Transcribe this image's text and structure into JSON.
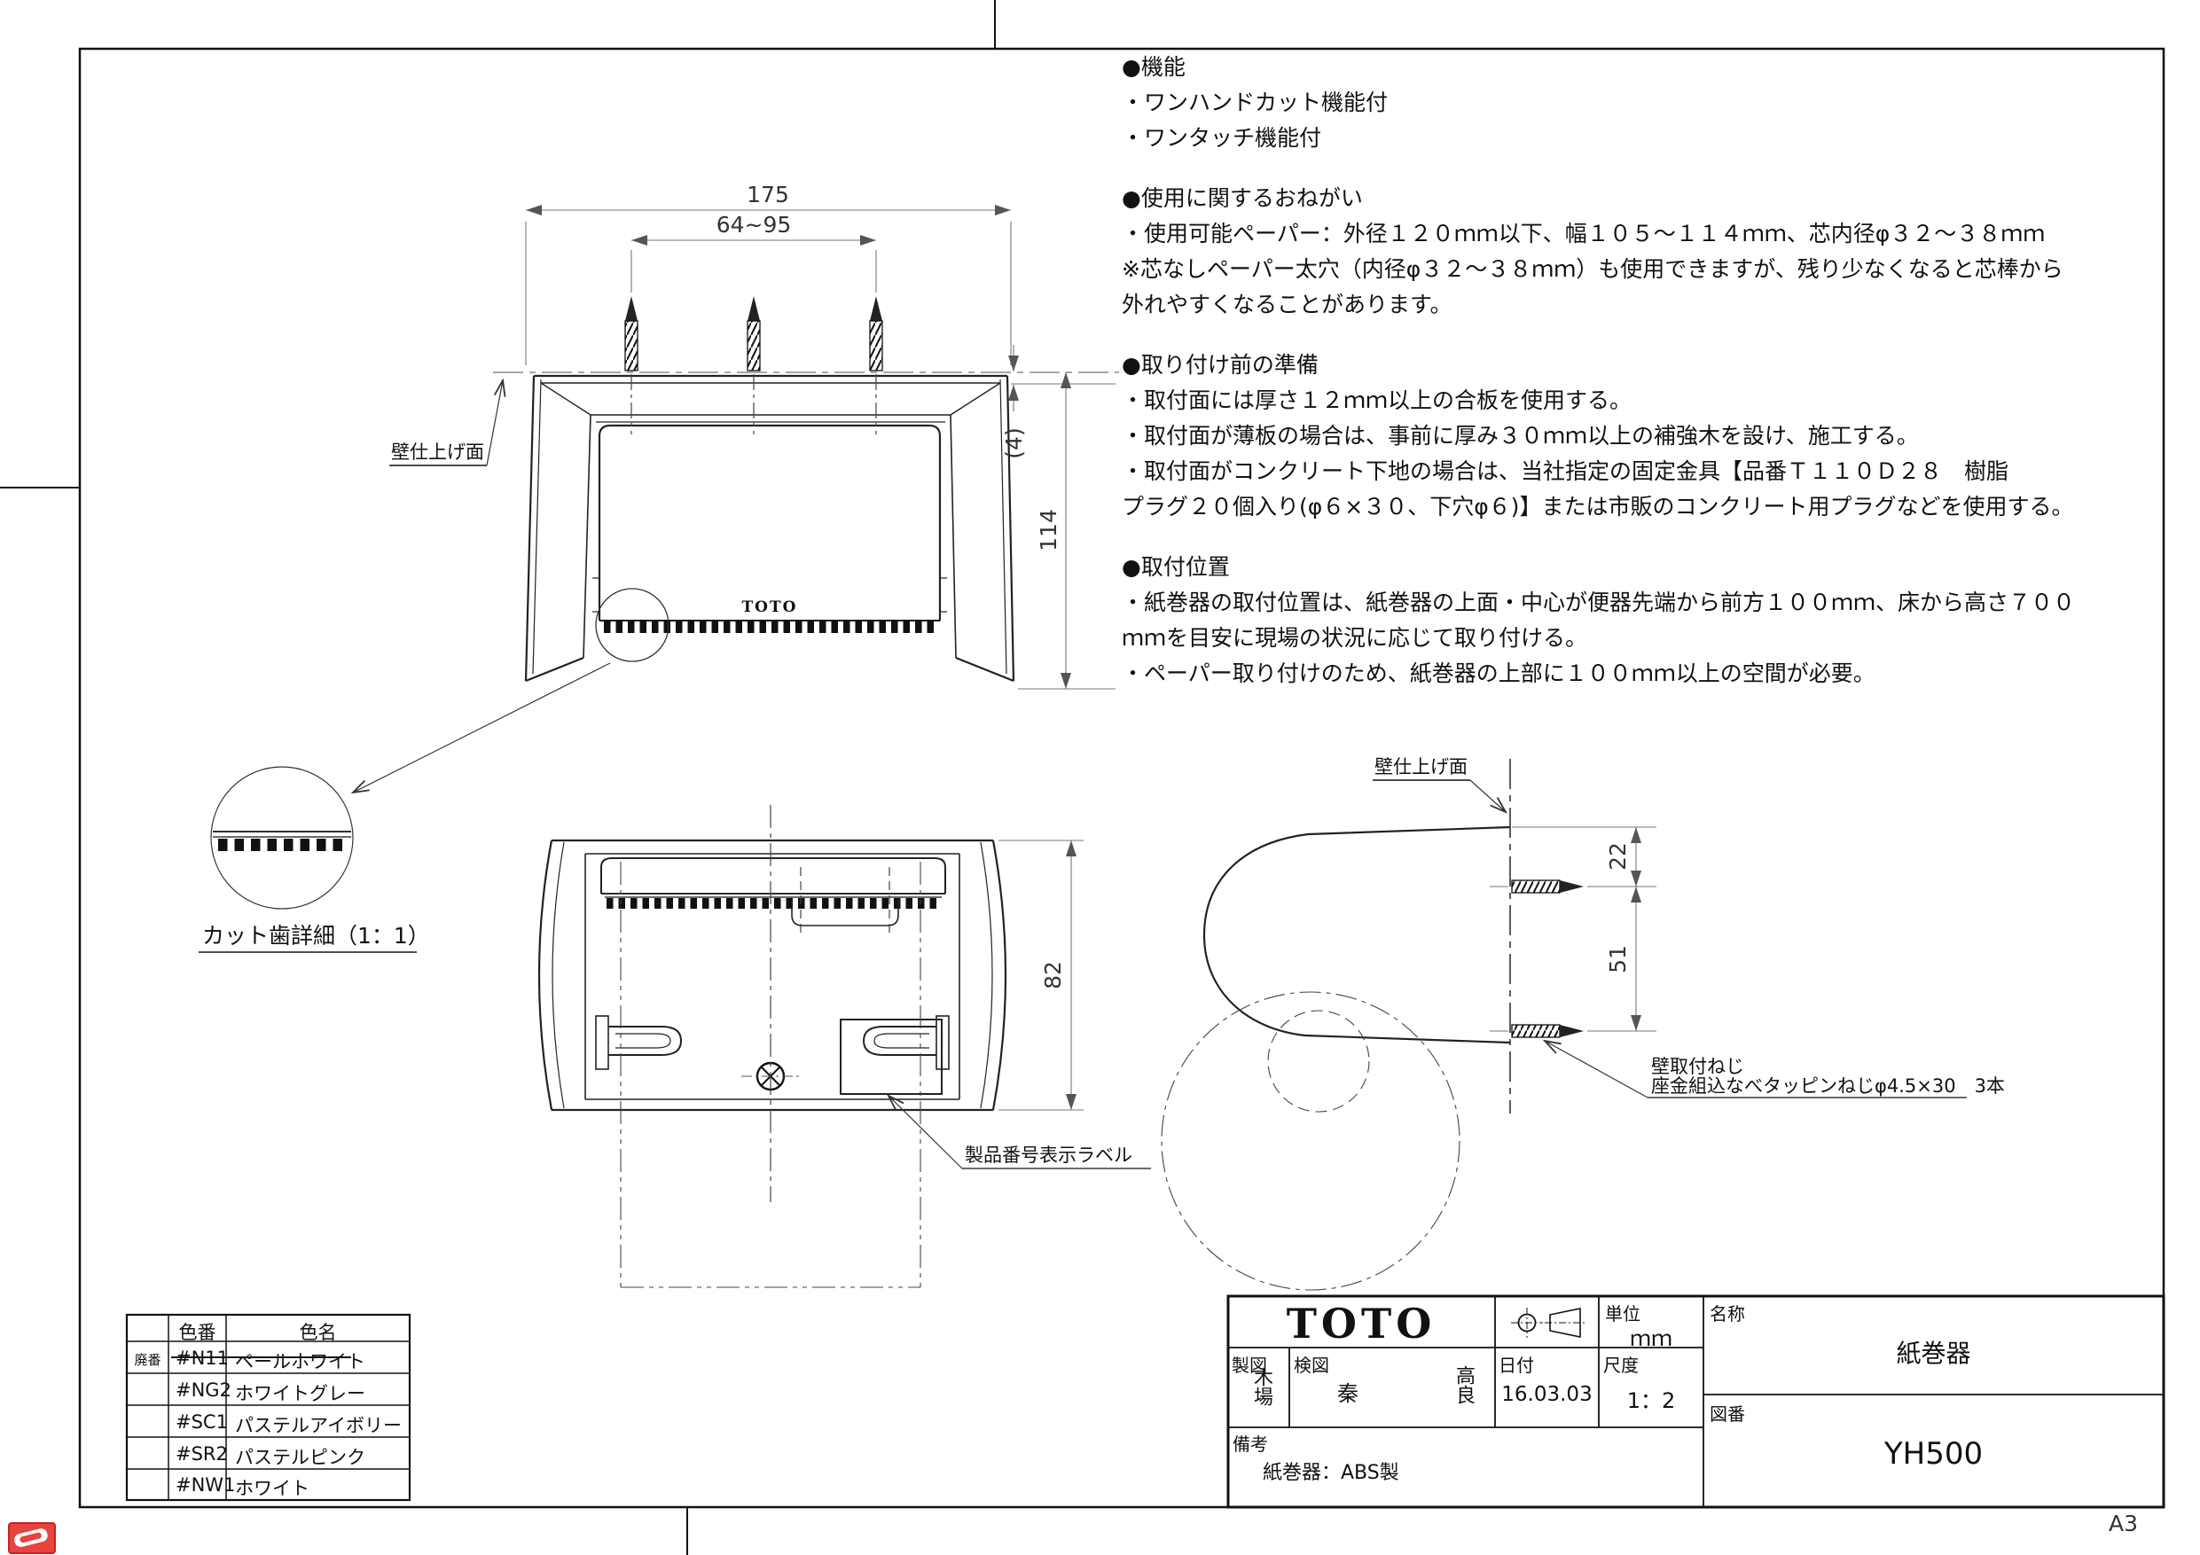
{
  "page": {
    "size_label": "A3"
  },
  "notes": {
    "sections": [
      {
        "heading": "●機能",
        "lines": [
          "・ワンハンドカット機能付",
          "・ワンタッチ機能付"
        ]
      },
      {
        "heading": "●使用に関するおねがい",
        "lines": [
          "・使用可能ペーパー：外径１２０ｍｍ以下、幅１０５～１１４ｍｍ、芯内径φ３２～３８ｍｍ",
          "※芯なしペーパー太穴（内径φ３２～３８ｍｍ）も使用できますが、残り少なくなると芯棒から",
          "外れやすくなることがあります。"
        ]
      },
      {
        "heading": "●取り付け前の準備",
        "lines": [
          "・取付面には厚さ１２ｍｍ以上の合板を使用する。",
          "・取付面が薄板の場合は、事前に厚み３０ｍｍ以上の補強木を設け、施工する。",
          "・取付面がコンクリート下地の場合は、当社指定の固定金具【品番Ｔ１１０Ｄ２８　樹脂",
          "プラグ２０個入り(φ６×３０、下穴φ６)】または市販のコンクリート用プラグなどを使用する。"
        ]
      },
      {
        "heading": "●取付位置",
        "lines": [
          "・紙巻器の取付位置は、紙巻器の上面・中心が便器先端から前方１００ｍｍ、床から高さ７００",
          "ｍｍを目安に現場の状況に応じて取り付ける。",
          "・ペーパー取り付けのため、紙巻器の上部に１００ｍｍ以上の空間が必要。"
        ]
      }
    ]
  },
  "drawing": {
    "front": {
      "dim_width": "175",
      "dim_span": "64~95",
      "dim_edge": "(4)",
      "dim_height": "114",
      "wall_label": "壁仕上げ面",
      "logo": "TOTO"
    },
    "detail": {
      "caption": "カット歯詳細（1：1）"
    },
    "bottom": {
      "dim_depth": "82",
      "product_label": "製品番号表示ラベル"
    },
    "side": {
      "wall_label": "壁仕上げ面",
      "dim_offset": "22",
      "dim_pitch": "51",
      "screw_note_1": "壁取付ねじ",
      "screw_note_2": "座金組込なべタッピンねじφ4.5×30　3本"
    }
  },
  "color_table": {
    "col_headers": [
      "色番",
      "色名"
    ],
    "rows": [
      {
        "mark": "廃番",
        "code": "#N11",
        "name": "ペールホワイト",
        "discontinued": true
      },
      {
        "mark": "",
        "code": "#NG2",
        "name": "ホワイトグレー",
        "discontinued": false
      },
      {
        "mark": "",
        "code": "#SC1",
        "name": "パステルアイボリー",
        "discontinued": false
      },
      {
        "mark": "",
        "code": "#SR2",
        "name": "パステルピンク",
        "discontinued": false
      },
      {
        "mark": "",
        "code": "#NW1",
        "name": "ホワイト",
        "discontinued": false
      }
    ]
  },
  "title_block": {
    "logo": "TOTO",
    "unit_label": "単位",
    "unit_value": "ｍｍ",
    "name_label": "名称",
    "name_value": "紙巻器",
    "draft_label": "製図",
    "draft_value": "木場",
    "check_label": "検図",
    "check_value_1": "秦",
    "check_value_2": "高良",
    "date_label": "日付",
    "date_value": "16.03.03",
    "scale_label": "尺度",
    "scale_value": "1：2",
    "dwgno_label": "図番",
    "dwgno_value": "YH500",
    "remarks_label": "備考",
    "remarks_value": "紙巻器：ABS製"
  }
}
